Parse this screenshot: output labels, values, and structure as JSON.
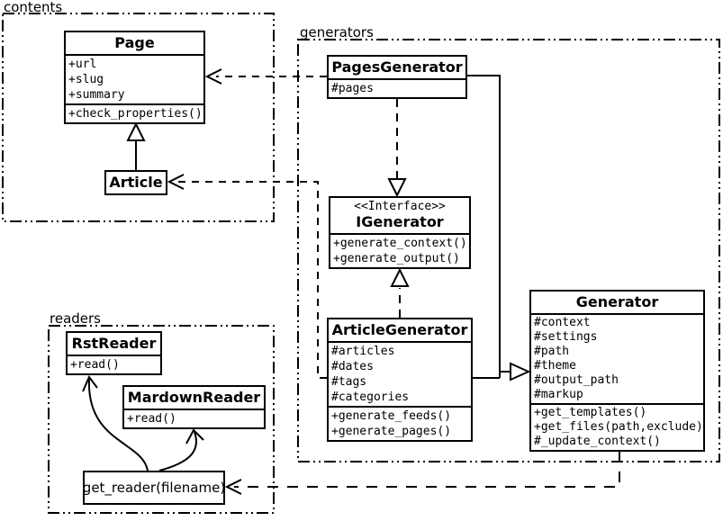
{
  "colors": {
    "foreground": "#000000",
    "background": "#ffffff"
  },
  "diagram": {
    "packages": [
      {
        "id": "contents",
        "label": "contents"
      },
      {
        "id": "generators",
        "label": "generators"
      },
      {
        "id": "readers",
        "label": "readers"
      }
    ],
    "classes": [
      {
        "id": "page",
        "name": "Page",
        "attributes": [
          "+url",
          "+slug",
          "+summary"
        ],
        "methods": [
          "+check_properties()"
        ]
      },
      {
        "id": "article",
        "name": "Article",
        "attributes": [],
        "methods": []
      },
      {
        "id": "pages-generator",
        "name": "PagesGenerator",
        "attributes": [
          "#pages"
        ],
        "methods": []
      },
      {
        "id": "igenerator",
        "name": "IGenerator",
        "stereotype": "<<Interface>>",
        "attributes": [],
        "methods": [
          "+generate_context()",
          "+generate_output()"
        ]
      },
      {
        "id": "article-generator",
        "name": "ArticleGenerator",
        "attributes": [
          "#articles",
          "#dates",
          "#tags",
          "#categories"
        ],
        "methods": [
          "+generate_feeds()",
          "+generate_pages()"
        ]
      },
      {
        "id": "generator",
        "name": "Generator",
        "attributes": [
          "#context",
          "#settings",
          "#path",
          "#theme",
          "#output_path",
          "#markup"
        ],
        "methods": [
          "+get_templates()",
          "+get_files(path,exclude)",
          "#_update_context()"
        ]
      },
      {
        "id": "rst-reader",
        "name": "RstReader",
        "attributes": [],
        "methods": [
          "+read()"
        ]
      },
      {
        "id": "mardown-reader",
        "name": "MardownReader",
        "attributes": [],
        "methods": [
          "+read()"
        ]
      },
      {
        "id": "get-reader",
        "name": "get_reader(filename)",
        "attributes": [],
        "methods": []
      }
    ],
    "relationships": [
      {
        "from": "Article",
        "to": "Page",
        "type": "generalization"
      },
      {
        "from": "PagesGenerator",
        "to": "Page",
        "type": "dependency"
      },
      {
        "from": "ArticleGenerator",
        "to": "Article",
        "type": "dependency"
      },
      {
        "from": "PagesGenerator",
        "to": "IGenerator",
        "type": "realization"
      },
      {
        "from": "ArticleGenerator",
        "to": "IGenerator",
        "type": "realization"
      },
      {
        "from": "PagesGenerator",
        "to": "Generator",
        "type": "generalization"
      },
      {
        "from": "ArticleGenerator",
        "to": "Generator",
        "type": "generalization"
      },
      {
        "from": "Generator",
        "to": "get_reader(filename)",
        "type": "dependency"
      },
      {
        "from": "get_reader(filename)",
        "to": "RstReader",
        "type": "dependency"
      },
      {
        "from": "get_reader(filename)",
        "to": "MardownReader",
        "type": "dependency"
      }
    ]
  }
}
